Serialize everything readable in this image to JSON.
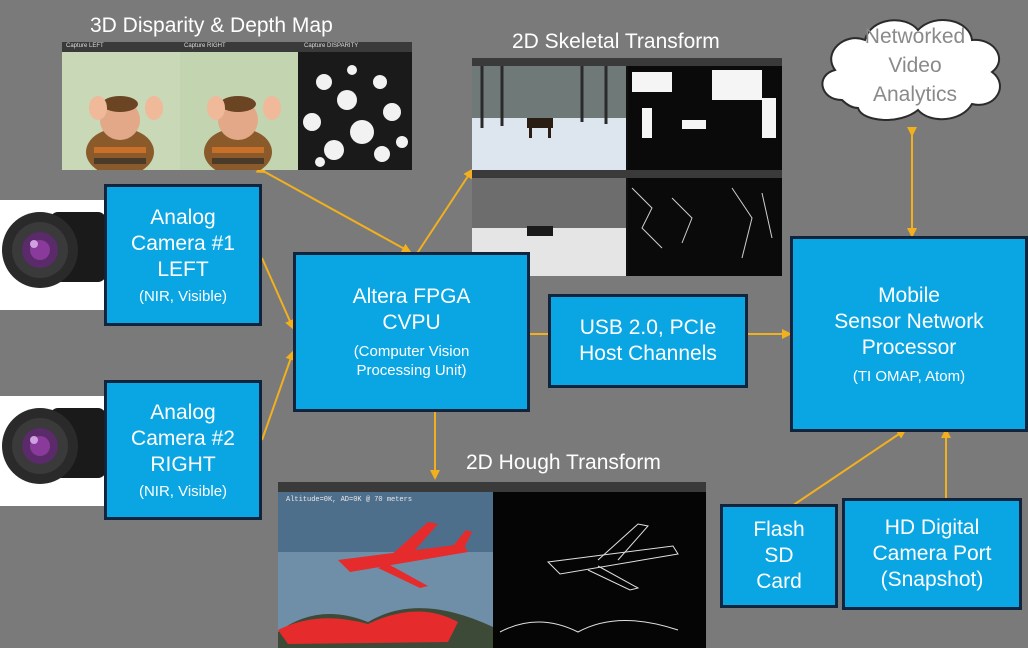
{
  "titles": {
    "disparity": "3D Disparity & Depth Map",
    "skeletal": "2D Skeletal Transform",
    "hough": "2D Hough Transform"
  },
  "cloud": {
    "line1": "Networked",
    "line2": "Video",
    "line3": "Analytics"
  },
  "camera1": {
    "l1": "Analog",
    "l2": "Camera #1",
    "l3": "LEFT",
    "sub": "(NIR, Visible)"
  },
  "camera2": {
    "l1": "Analog",
    "l2": "Camera #2",
    "l3": "RIGHT",
    "sub": "(NIR, Visible)"
  },
  "fpga": {
    "l1": "Altera FPGA",
    "l2": "CVPU",
    "s1": "(Computer Vision",
    "s2": "Processing Unit)"
  },
  "usb": {
    "l1": "USB 2.0, PCIe",
    "l2": "Host Channels"
  },
  "mobile": {
    "l1": "Mobile",
    "l2": "Sensor Network",
    "l3": "Processor",
    "sub": "(TI OMAP, Atom)"
  },
  "flash": {
    "l1": "Flash",
    "l2": "SD",
    "l3": "Card"
  },
  "hdcam": {
    "l1": "HD Digital",
    "l2": "Camera Port",
    "l3": "(Snapshot)"
  },
  "screens": {
    "cap_left": "Capture LEFT",
    "cap_right": "Capture RIGHT",
    "cap_disp": "Capture DISPARITY",
    "hough_overlay": "Altitude=0K, AD=0K @ 70 meters"
  },
  "colors": {
    "box": "#0aa6e4",
    "arrow": "#f2b01e",
    "background": "#7a7a7a"
  }
}
